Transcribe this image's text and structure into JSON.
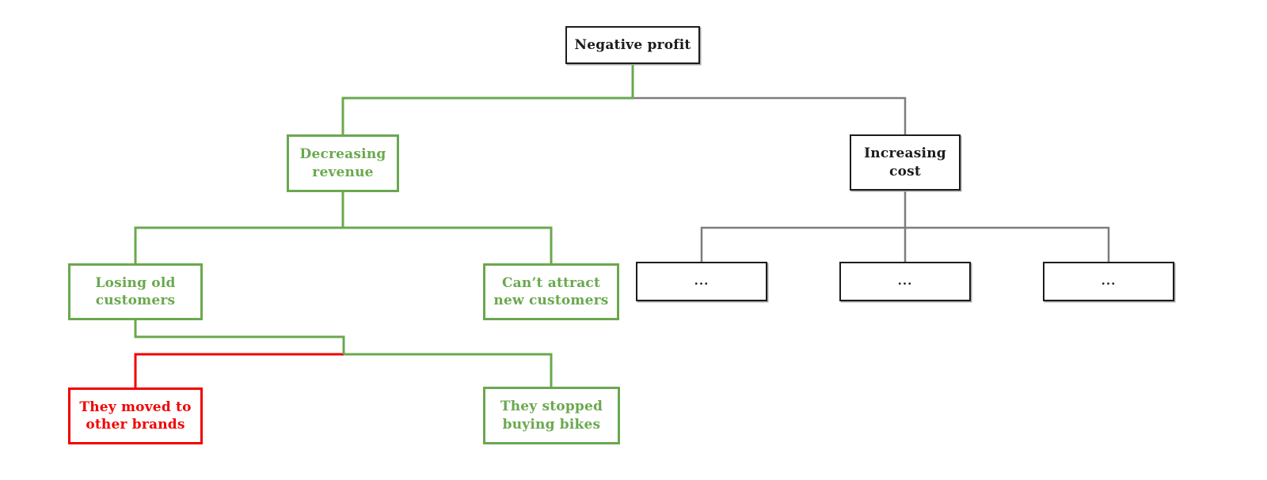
{
  "colors": {
    "green": "#6aa84f",
    "red": "#f20000",
    "line-gray": "#7d7d7d",
    "node-black": "#1c1c1c",
    "canvas": "#ffffff"
  },
  "nodes": {
    "negative_profit": {
      "label": "Negative profit",
      "variant": "black"
    },
    "decreasing_revenue": {
      "label": "Decreasing\nrevenue",
      "variant": "green"
    },
    "increasing_cost": {
      "label": "Increasing\ncost",
      "variant": "black"
    },
    "losing_old_customers": {
      "label": "Losing old\ncustomers",
      "variant": "green"
    },
    "cant_attract_new_customers": {
      "label": "Can’t attract\nnew customers",
      "variant": "green"
    },
    "cost_item_1": {
      "label": "...",
      "variant": "black"
    },
    "cost_item_2": {
      "label": "...",
      "variant": "black"
    },
    "cost_item_3": {
      "label": "...",
      "variant": "black"
    },
    "moved_to_other_brands": {
      "label": "They moved to\nother brands",
      "variant": "red"
    },
    "stopped_buying_bikes": {
      "label": "They stopped\nbuying bikes",
      "variant": "green"
    }
  },
  "tree": {
    "root": "negative_profit",
    "children": {
      "negative_profit": [
        "decreasing_revenue",
        "increasing_cost"
      ],
      "decreasing_revenue": [
        "losing_old_customers",
        "cant_attract_new_customers"
      ],
      "increasing_cost": [
        "cost_item_1",
        "cost_item_2",
        "cost_item_3"
      ],
      "losing_old_customers": [
        "moved_to_other_brands",
        "stopped_buying_bikes"
      ]
    },
    "branch_colors": {
      "negative_profit->decreasing_revenue": "green",
      "negative_profit->increasing_cost": "gray",
      "decreasing_revenue->losing_old_customers": "green",
      "decreasing_revenue->cant_attract_new_customers": "green",
      "increasing_cost->cost_item_1": "gray",
      "increasing_cost->cost_item_2": "gray",
      "increasing_cost->cost_item_3": "gray",
      "losing_old_customers->moved_to_other_brands": "red",
      "losing_old_customers->stopped_buying_bikes": "green"
    }
  }
}
